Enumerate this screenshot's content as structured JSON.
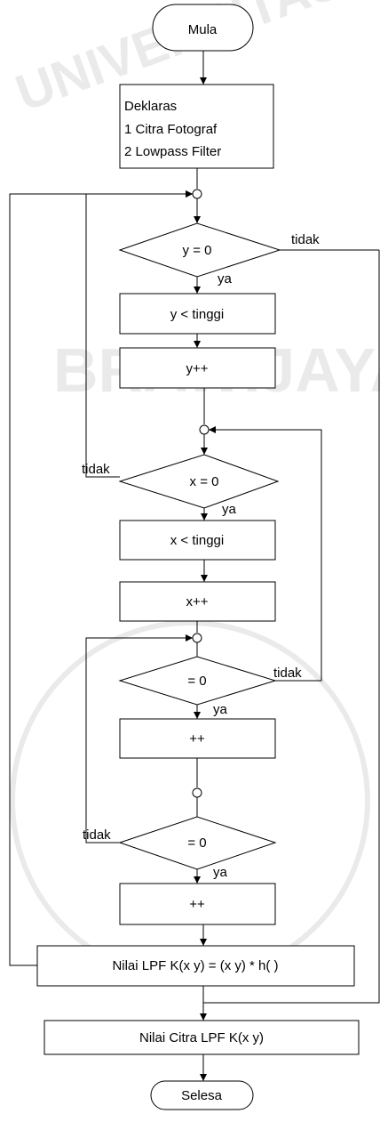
{
  "flowchart": {
    "start": "Mula",
    "declaration": {
      "line1": "Deklaras",
      "line2": "1  Citra Fotograf",
      "line3": "2  Lowpass Filter"
    },
    "decision_y_init": "y = 0",
    "process_y_lt": "y < tinggi",
    "process_y_inc": "y++",
    "decision_x_init": "x = 0",
    "process_x_lt": "x < tinggi",
    "process_x_inc": "x++",
    "decision_i_init": "= 0",
    "process_i_inc": "++",
    "decision_j_init": "= 0",
    "process_j_inc": "++",
    "process_lpf": "Nilai LPF K(x y) = (x y) * h( )",
    "process_output": "Nilai Citra LPF K(x y)",
    "end": "Selesa",
    "label_yes": "ya",
    "label_no": "tidak"
  },
  "watermark": {
    "text_lines": [
      "UNIVERSITAS",
      "BRAWIJAYA"
    ],
    "color": "#000000"
  },
  "colors": {
    "stroke": "#000000",
    "fill": "#ffffff",
    "text": "#000000"
  }
}
